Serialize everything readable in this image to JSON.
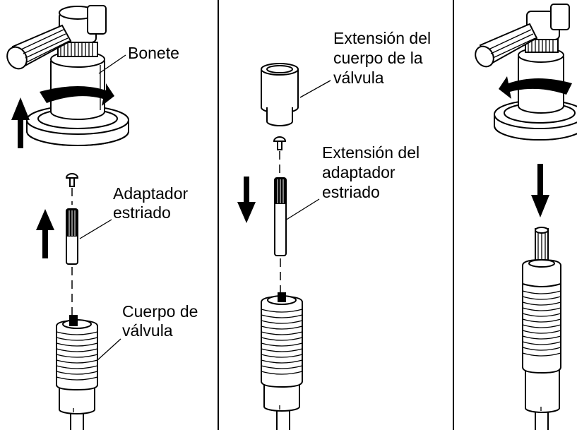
{
  "panels": [
    {
      "labels": [
        "Bonete"
      ],
      "labels2": [
        "Adaptador",
        "estriado"
      ],
      "labels3": [
        "Cuerpo de",
        "válvula"
      ]
    },
    {
      "labels": [
        "Extensión del",
        "cuerpo de la",
        "válvula"
      ],
      "labels2": [
        "Extensión del",
        "adaptador",
        "estriado"
      ]
    },
    {}
  ],
  "colors": {
    "line": "#000000",
    "fill": "#ffffff"
  }
}
